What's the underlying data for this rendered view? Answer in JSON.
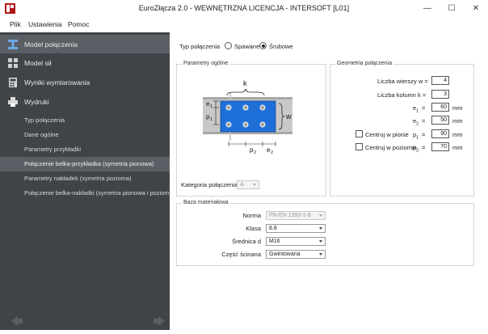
{
  "window": {
    "title": "EuroZłącza 2.0 - WEWNĘTRZNA LICENCJA - INTERSOFT [L01]",
    "minimize": "—",
    "maximize": "☐",
    "close": "✕"
  },
  "menu": [
    "Plik",
    "Ustawienia",
    "Pomoc"
  ],
  "sidebar": {
    "items": [
      {
        "label": "Model połączenia",
        "icon": "beam-icon",
        "active": true
      },
      {
        "label": "Model sił",
        "icon": "grid-icon",
        "active": false
      },
      {
        "label": "Wyniki wymiarowania",
        "icon": "calculator-icon",
        "active": false
      },
      {
        "label": "Wydruki",
        "icon": "printer-icon",
        "active": false
      }
    ],
    "subitems": [
      {
        "label": "Typ połączenia",
        "active": false
      },
      {
        "label": "Dane ogólne",
        "active": false
      },
      {
        "label": "Parametry przykładki",
        "active": false
      },
      {
        "label": "Połączenie belka-przykładka (symetria pionowa)",
        "active": true
      },
      {
        "label": "Parametry nakładek (symetria pozioma)",
        "active": false
      },
      {
        "label": "Połączenie belka-nakładki (symetria pionowa i pozioma)",
        "active": false
      }
    ]
  },
  "connection_type": {
    "label": "Typ połączenia",
    "options": [
      "Spawane",
      "Śrubowe"
    ],
    "selected": "Śrubowe"
  },
  "general_params": {
    "title": "Parametry ogólne",
    "diagram": {
      "k": "k",
      "w": "w",
      "e1": "e",
      "p1": "p",
      "p2": "p",
      "e2": "e",
      "sub1": "1",
      "sub2": "2"
    },
    "category_label": "Kategoria połączenia",
    "category_value": "A"
  },
  "geometry": {
    "title": "Geometria połączenia",
    "rows_label": "Liczba wierszy w =",
    "rows_value": "4",
    "cols_label": "Liczba kolumn k =",
    "cols_value": "3",
    "e1_label": "e",
    "e1_sub": "1",
    "e1_value": "60",
    "e2_label": "e",
    "e2_sub": "2",
    "e2_value": "50",
    "p1_label": "p",
    "p1_sub": "1",
    "p1_value": "90",
    "p2_label": "p",
    "p2_sub": "2",
    "p2_value": "70",
    "eq": "=",
    "unit": "mm",
    "center_vertical": "Centruj w pionie",
    "center_horizontal": "Centruj w poziomie"
  },
  "material": {
    "title": "Baza materiałowa",
    "norm_label": "Norma",
    "norm_value": "PN-EN 1993-1-8",
    "class_label": "Klasa",
    "class_value": "8.8",
    "diameter_label": "Średnica d",
    "diameter_value": "M16",
    "shear_label": "Część ścinana",
    "shear_value": "Gwintowana"
  },
  "colors": {
    "sidebar": "#3f4449",
    "sidebar_active": "#5a5f65",
    "plate": "#1e6fd8",
    "beam": "#c8c8c8"
  }
}
